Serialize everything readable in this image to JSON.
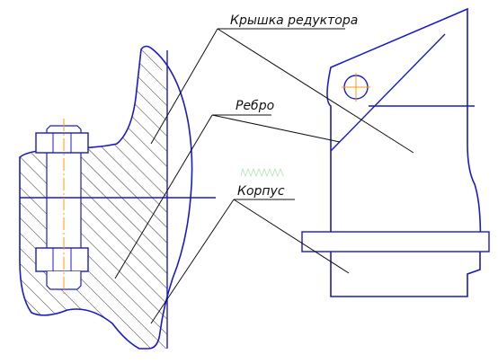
{
  "labels": {
    "cover": "Крышка редуктора",
    "rib": "Ребро",
    "body": "Корпус"
  },
  "colors": {
    "outline": "#1a1acc",
    "leader": "#111111",
    "center": "#ff9900",
    "hatch": "#333333",
    "watermark": "#7fd07f"
  }
}
